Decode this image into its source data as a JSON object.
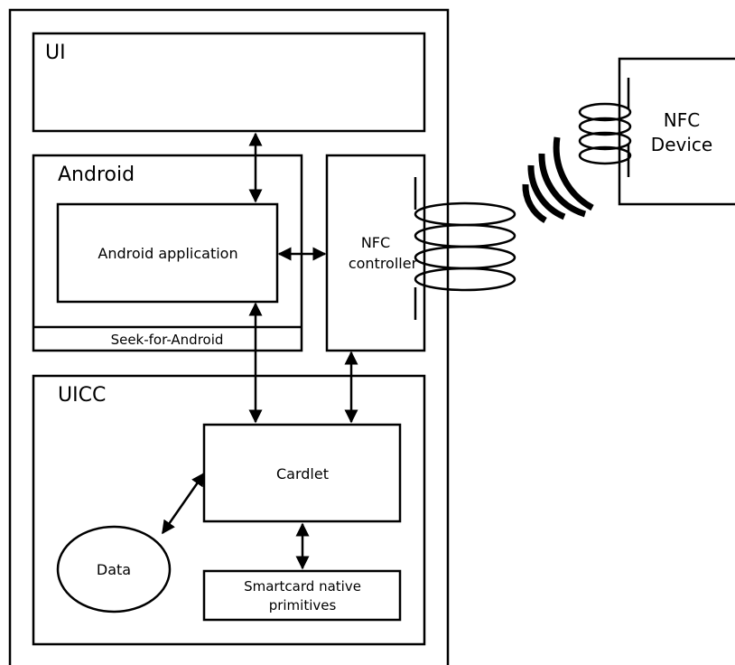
{
  "labels": {
    "ui": "UI",
    "android": "Android",
    "android_app": "Android application",
    "seek": "Seek-for-Android",
    "nfc_controller_line1": "NFC",
    "nfc_controller_line2": "controller",
    "uicc": "UICC",
    "cardlet": "Cardlet",
    "data": "Data",
    "smartcard_line1": "Smartcard native",
    "smartcard_line2": "primitives",
    "nfc_device_line1": "NFC",
    "nfc_device_line2": "Device"
  }
}
